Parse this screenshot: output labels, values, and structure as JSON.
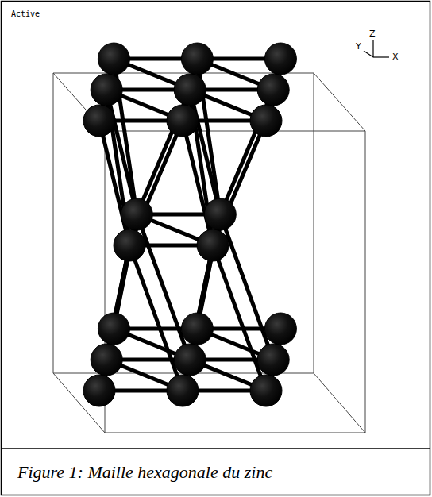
{
  "diagram": {
    "caption": "Figure 1: Maille hexagonale du zinc",
    "labels": [
      "Active",
      "Z",
      "Y",
      "X"
    ]
  }
}
